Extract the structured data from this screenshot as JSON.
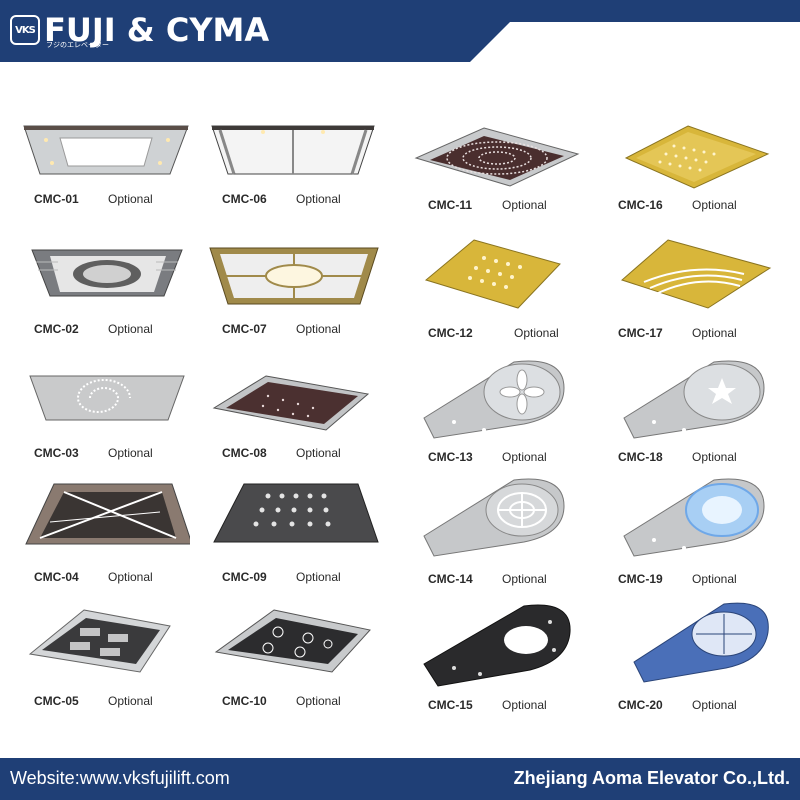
{
  "header": {
    "logo_mark": "VKS",
    "logo_text": "FUJI & CYMA",
    "logo_sub": "フジのエレベーター"
  },
  "footer": {
    "website": "Website:www.vksfujilift.com",
    "company": "Zhejiang Aoma Elevator Co.,Ltd."
  },
  "items": [
    {
      "code": "CMC-01",
      "option": "Optional"
    },
    {
      "code": "CMC-06",
      "option": "Optional"
    },
    {
      "code": "CMC-11",
      "option": "Optional"
    },
    {
      "code": "CMC-16",
      "option": "Optional"
    },
    {
      "code": "CMC-02",
      "option": "Optional"
    },
    {
      "code": "CMC-07",
      "option": "Optional"
    },
    {
      "code": "CMC-12",
      "option": "Optional"
    },
    {
      "code": "CMC-17",
      "option": "Optional"
    },
    {
      "code": "CMC-03",
      "option": "Optional"
    },
    {
      "code": "CMC-08",
      "option": "Optional"
    },
    {
      "code": "CMC-13",
      "option": "Optional"
    },
    {
      "code": "CMC-18",
      "option": "Optional"
    },
    {
      "code": "CMC-04",
      "option": "Optional"
    },
    {
      "code": "CMC-09",
      "option": "Optional"
    },
    {
      "code": "CMC-14",
      "option": "Optional"
    },
    {
      "code": "CMC-19",
      "option": "Optional"
    },
    {
      "code": "CMC-05",
      "option": "Optional"
    },
    {
      "code": "CMC-10",
      "option": "Optional"
    },
    {
      "code": "CMC-15",
      "option": "Optional"
    },
    {
      "code": "CMC-20",
      "option": "Optional"
    }
  ],
  "colors": {
    "brand": "#1f3f76",
    "gold": "#d8b63a",
    "steel": "#b9bcc0",
    "dark": "#3a3a3a",
    "blue": "#6fa8e8"
  }
}
